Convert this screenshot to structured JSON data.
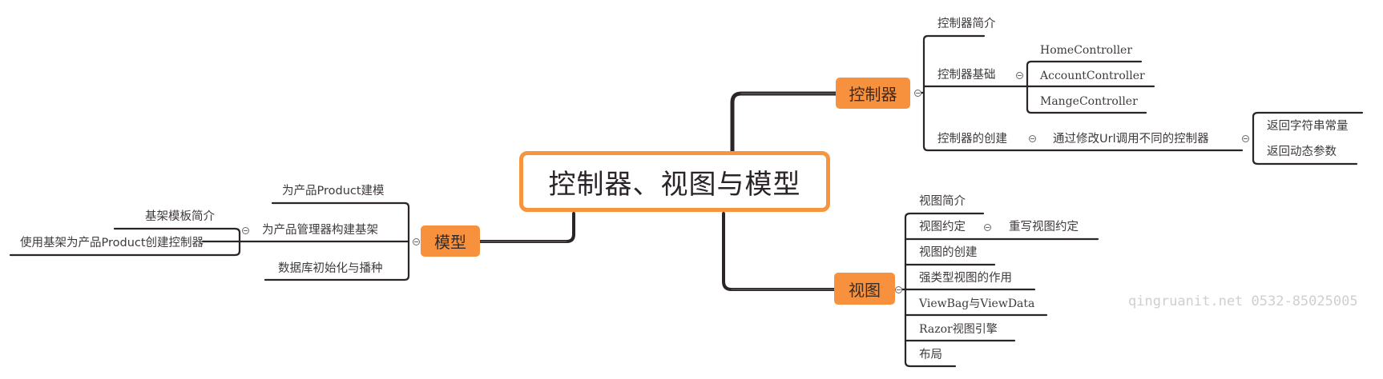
{
  "central": {
    "title": "控制器、视图与模型"
  },
  "branches": {
    "controller": {
      "label": "控制器",
      "children": [
        {
          "label": "控制器简介"
        },
        {
          "label": "控制器基础",
          "children": [
            {
              "label": "HomeController"
            },
            {
              "label": "AccountController"
            },
            {
              "label": "MangeController"
            }
          ]
        },
        {
          "label": "控制器的创建",
          "children": [
            {
              "label": "通过修改Url调用不同的控制器",
              "children": [
                {
                  "label": "返回字符串常量"
                },
                {
                  "label": "返回动态参数"
                }
              ]
            }
          ]
        }
      ]
    },
    "view": {
      "label": "视图",
      "children": [
        {
          "label": "视图简介"
        },
        {
          "label": "视图约定",
          "children": [
            {
              "label": "重写视图约定"
            }
          ]
        },
        {
          "label": "视图的创建"
        },
        {
          "label": "强类型视图的作用"
        },
        {
          "label": "ViewBag与ViewData"
        },
        {
          "label": "Razor视图引擎"
        },
        {
          "label": "布局"
        }
      ]
    },
    "model": {
      "label": "模型",
      "children": [
        {
          "label": "为产品Product建模"
        },
        {
          "label": "为产品管理器构建基架",
          "children": [
            {
              "label": "基架模板简介"
            },
            {
              "label": "使用基架为产品Product创建控制器"
            }
          ]
        },
        {
          "label": "数据库初始化与播种"
        }
      ]
    }
  },
  "watermark": "qingruanit.net 0532-85025005",
  "colors": {
    "accent": "#f8913d",
    "central_border": "#f7953f",
    "line": "#2b2429"
  }
}
